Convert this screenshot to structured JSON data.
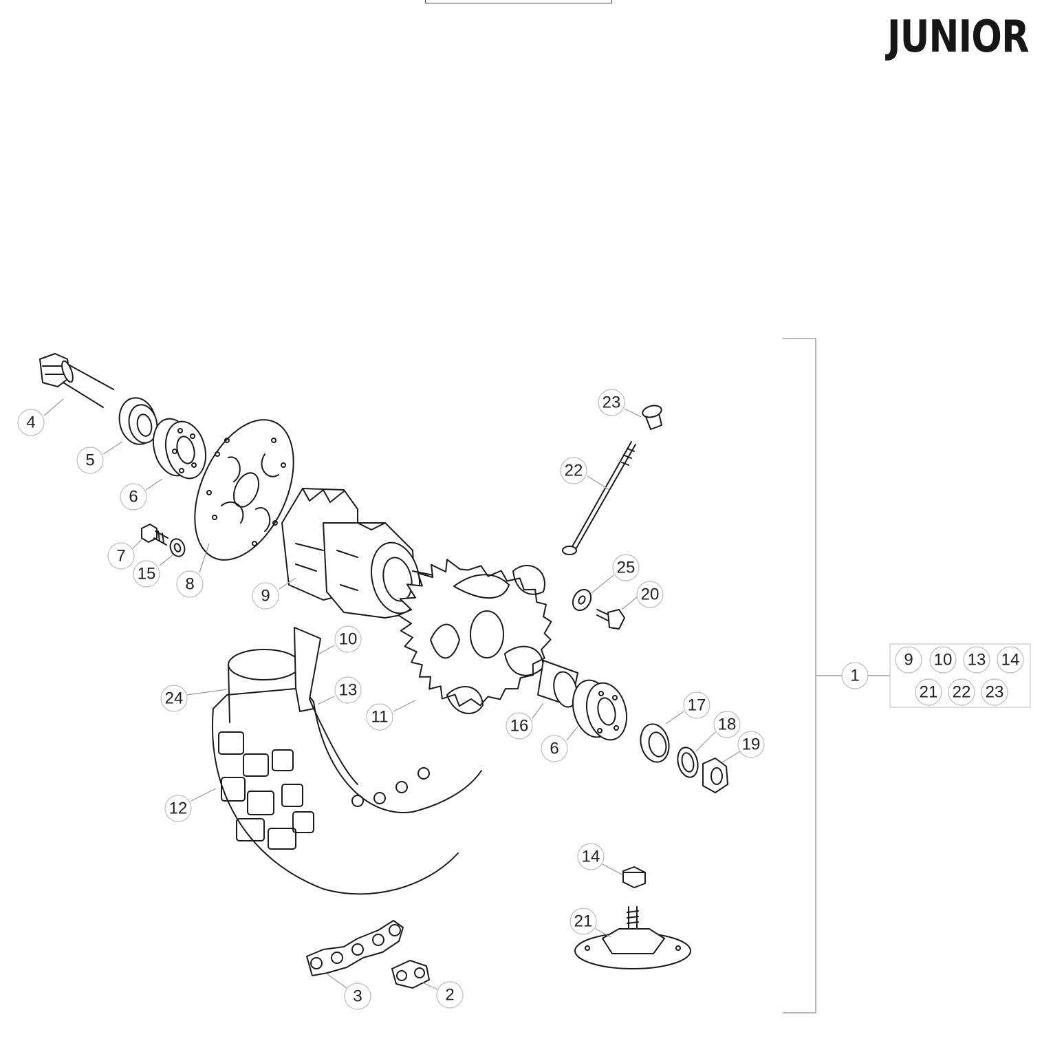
{
  "header": {
    "brand": "JUNIOR"
  },
  "callouts": {
    "c1": "1",
    "c2": "2",
    "c3": "3",
    "c4": "4",
    "c5": "5",
    "c6a": "6",
    "c6b": "6",
    "c7": "7",
    "c8": "8",
    "c9": "9",
    "c10": "10",
    "c11": "11",
    "c12": "12",
    "c13": "13",
    "c14": "14",
    "c15": "15",
    "c16": "16",
    "c17": "17",
    "c18": "18",
    "c19": "19",
    "c20": "20",
    "c21": "21",
    "c22": "22",
    "c23": "23",
    "c24": "24",
    "c25": "25"
  },
  "kit_group": {
    "items": [
      "9",
      "10",
      "13",
      "14",
      "21",
      "22",
      "23"
    ]
  }
}
